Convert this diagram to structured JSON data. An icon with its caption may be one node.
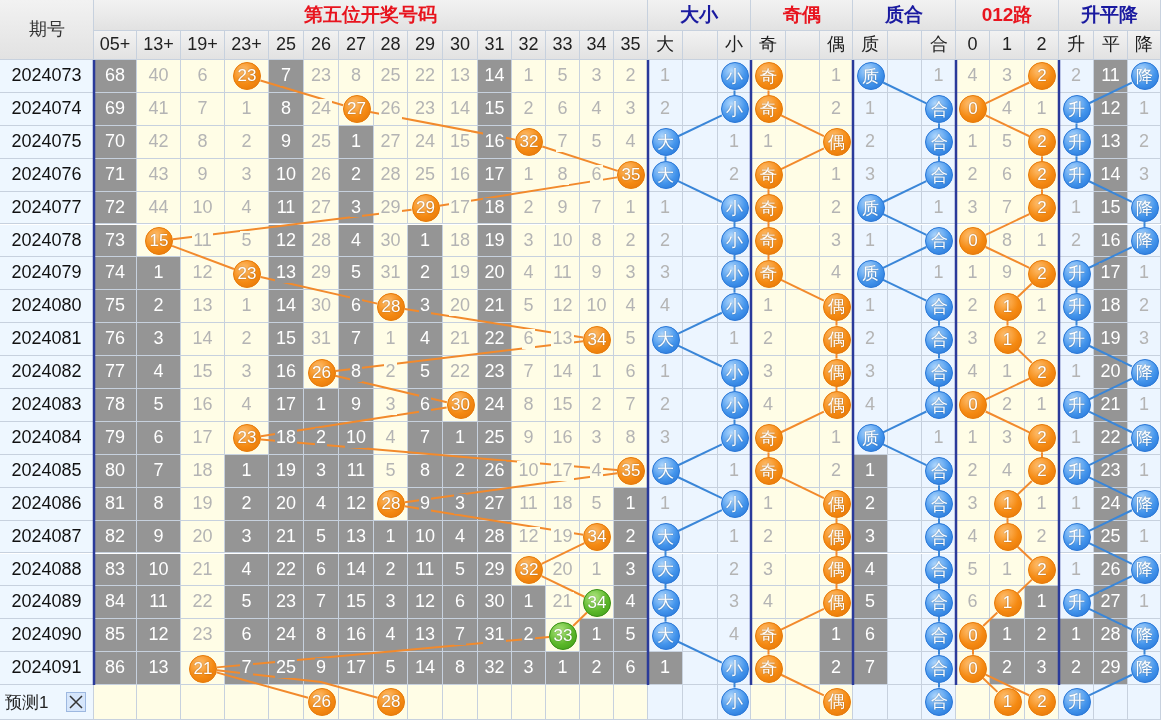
{
  "diagram": {
    "nodes": [
      {
        "text": [
          "23"
        ]
      },
      {
        "text": [
          "小"
        ]
      },
      {
        "text": [
          "奇"
        ]
      },
      {
        "text": [
          "质"
        ]
      },
      {
        "text": [
          "2"
        ]
      },
      {
        "text": [
          "降"
        ]
      },
      {
        "text": [
          "27"
        ]
      },
      {
        "text": [
          "小"
        ]
      },
      {
        "text": [
          "奇"
        ]
      },
      {
        "text": [
          "合"
        ]
      },
      {
        "text": [
          "0"
        ]
      },
      {
        "text": [
          "升"
        ]
      },
      {
        "text": [
          "32"
        ]
      },
      {
        "text": [
          "大"
        ]
      },
      {
        "text": [
          "偶"
        ]
      },
      {
        "text": [
          "合"
        ]
      },
      {
        "text": [
          "2"
        ]
      },
      {
        "text": [
          "升"
        ]
      },
      {
        "text": [
          "35"
        ]
      },
      {
        "text": [
          "大"
        ]
      },
      {
        "text": [
          "奇"
        ]
      },
      {
        "text": [
          "合"
        ]
      },
      {
        "text": [
          "2"
        ]
      },
      {
        "text": [
          "升"
        ]
      },
      {
        "text": [
          "29"
        ]
      },
      {
        "text": [
          "小"
        ]
      },
      {
        "text": [
          "奇"
        ]
      },
      {
        "text": [
          "质"
        ]
      },
      {
        "text": [
          "2"
        ]
      },
      {
        "text": [
          "降"
        ]
      },
      {
        "text": [
          "15"
        ]
      },
      {
        "text": [
          "小"
        ]
      },
      {
        "text": [
          "奇"
        ]
      },
      {
        "text": [
          "合"
        ]
      },
      {
        "text": [
          "0"
        ]
      },
      {
        "text": [
          "降"
        ]
      },
      {
        "text": [
          "23"
        ]
      },
      {
        "text": [
          "小"
        ]
      },
      {
        "text": [
          "奇"
        ]
      },
      {
        "text": [
          "质"
        ]
      },
      {
        "text": [
          "2"
        ]
      },
      {
        "text": [
          "升"
        ]
      },
      {
        "text": [
          "28"
        ]
      },
      {
        "text": [
          "小"
        ]
      },
      {
        "text": [
          "偶"
        ]
      },
      {
        "text": [
          "合"
        ]
      },
      {
        "text": [
          "1"
        ]
      },
      {
        "text": [
          "升"
        ]
      },
      {
        "text": [
          "34"
        ]
      },
      {
        "text": [
          "大"
        ]
      },
      {
        "text": [
          "偶"
        ]
      },
      {
        "text": [
          "合"
        ]
      },
      {
        "text": [
          "1"
        ]
      },
      {
        "text": [
          "升"
        ]
      },
      {
        "text": [
          "26"
        ]
      },
      {
        "text": [
          "小"
        ]
      },
      {
        "text": [
          "偶"
        ]
      },
      {
        "text": [
          "合"
        ]
      },
      {
        "text": [
          "2"
        ]
      },
      {
        "text": [
          "降"
        ]
      },
      {
        "text": [
          "30"
        ]
      },
      {
        "text": [
          "小"
        ]
      },
      {
        "text": [
          "偶"
        ]
      },
      {
        "text": [
          "合"
        ]
      },
      {
        "text": [
          "0"
        ]
      },
      {
        "text": [
          "升"
        ]
      },
      {
        "text": [
          "23"
        ]
      },
      {
        "text": [
          "小"
        ]
      },
      {
        "text": [
          "奇"
        ]
      },
      {
        "text": [
          "质"
        ]
      },
      {
        "text": [
          "2"
        ]
      },
      {
        "text": [
          "降"
        ]
      },
      {
        "text": [
          "35"
        ]
      },
      {
        "text": [
          "大"
        ]
      },
      {
        "text": [
          "奇"
        ]
      },
      {
        "text": [
          "合"
        ]
      },
      {
        "text": [
          "2"
        ]
      },
      {
        "text": [
          "升"
        ]
      },
      {
        "text": [
          "28"
        ]
      },
      {
        "text": [
          "小"
        ]
      },
      {
        "text": [
          "偶"
        ]
      },
      {
        "text": [
          "合"
        ]
      },
      {
        "text": [
          "1"
        ]
      },
      {
        "text": [
          "降"
        ]
      },
      {
        "text": [
          "34"
        ]
      },
      {
        "text": [
          "大"
        ]
      },
      {
        "text": [
          "偶"
        ]
      },
      {
        "text": [
          "合"
        ]
      },
      {
        "text": [
          "1"
        ]
      },
      {
        "text": [
          "升"
        ]
      },
      {
        "text": [
          "32"
        ]
      },
      {
        "text": [
          "大"
        ]
      },
      {
        "text": [
          "偶"
        ]
      },
      {
        "text": [
          "合"
        ]
      },
      {
        "text": [
          "2"
        ]
      },
      {
        "text": [
          "降"
        ]
      },
      {
        "text": [
          "34"
        ]
      },
      {
        "text": [
          "大"
        ]
      },
      {
        "text": [
          "偶"
        ]
      },
      {
        "text": [
          "合"
        ]
      },
      {
        "text": [
          "1"
        ]
      },
      {
        "text": [
          "升"
        ]
      },
      {
        "text": [
          "33"
        ]
      },
      {
        "text": [
          "大"
        ]
      },
      {
        "text": [
          "奇"
        ]
      },
      {
        "text": [
          "合"
        ]
      },
      {
        "text": [
          "0"
        ]
      },
      {
        "text": [
          "降"
        ]
      },
      {
        "text": [
          "21"
        ]
      },
      {
        "text": [
          "小"
        ]
      },
      {
        "text": [
          "奇"
        ]
      },
      {
        "text": [
          "合"
        ]
      },
      {
        "text": [
          "0"
        ]
      },
      {
        "text": [
          "降"
        ]
      },
      {
        "text": [
          "26"
        ]
      },
      {
        "text": [
          "28"
        ]
      },
      {
        "text": [
          "小"
        ]
      },
      {
        "text": [
          "偶"
        ]
      },
      {
        "text": [
          "合"
        ]
      },
      {
        "text": [
          "1"
        ]
      },
      {
        "text": [
          "2"
        ]
      },
      {
        "text": [
          "升"
        ]
      }
    ],
    "edges": [
      {
        "from": 0,
        "to": 6,
        "arrow": "none"
      },
      {
        "from": 1,
        "to": 7,
        "arrow": "none",
        "color": "#3a86d8"
      },
      {
        "from": 2,
        "to": 8,
        "arrow": "none"
      },
      {
        "from": 3,
        "to": 9,
        "arrow": "none",
        "color": "#3a86d8"
      },
      {
        "from": 4,
        "to": 10,
        "arrow": "none"
      },
      {
        "from": 5,
        "to": 11,
        "arrow": "none",
        "color": "#3a86d8"
      },
      {
        "from": 6,
        "to": 12,
        "arrow": "none"
      },
      {
        "from": 7,
        "to": 13,
        "arrow": "none",
        "color": "#3a86d8"
      },
      {
        "from": 8,
        "to": 14,
        "arrow": "none"
      },
      {
        "from": 9,
        "to": 15,
        "arrow": "none",
        "color": "#3a86d8"
      },
      {
        "from": 10,
        "to": 16,
        "arrow": "none"
      },
      {
        "from": 11,
        "to": 17,
        "arrow": "none",
        "color": "#3a86d8"
      },
      {
        "from": 12,
        "to": 18,
        "arrow": "none"
      },
      {
        "from": 13,
        "to": 19,
        "arrow": "none",
        "color": "#3a86d8"
      },
      {
        "from": 14,
        "to": 20,
        "arrow": "none"
      },
      {
        "from": 15,
        "to": 21,
        "arrow": "none",
        "color": "#3a86d8"
      },
      {
        "from": 16,
        "to": 22,
        "arrow": "none"
      },
      {
        "from": 17,
        "to": 23,
        "arrow": "none",
        "color": "#3a86d8"
      },
      {
        "from": 18,
        "to": 24,
        "arrow": "none"
      },
      {
        "from": 19,
        "to": 25,
        "arrow": "none",
        "color": "#3a86d8"
      },
      {
        "from": 20,
        "to": 26,
        "arrow": "none"
      },
      {
        "from": 21,
        "to": 27,
        "arrow": "none",
        "color": "#3a86d8"
      },
      {
        "from": 22,
        "to": 28,
        "arrow": "none"
      },
      {
        "from": 23,
        "to": 29,
        "arrow": "none",
        "color": "#3a86d8"
      },
      {
        "from": 24,
        "to": 30,
        "arrow": "none"
      },
      {
        "from": 25,
        "to": 31,
        "arrow": "none",
        "color": "#3a86d8"
      },
      {
        "from": 26,
        "to": 32,
        "arrow": "none"
      },
      {
        "from": 27,
        "to": 33,
        "arrow": "none",
        "color": "#3a86d8"
      },
      {
        "from": 28,
        "to": 34,
        "arrow": "none"
      },
      {
        "from": 29,
        "to": 35,
        "arrow": "none",
        "color": "#3a86d8"
      },
      {
        "from": 30,
        "to": 36,
        "arrow": "none"
      },
      {
        "from": 31,
        "to": 37,
        "arrow": "none",
        "color": "#3a86d8"
      },
      {
        "from": 32,
        "to": 38,
        "arrow": "none"
      },
      {
        "from": 33,
        "to": 39,
        "arrow": "none",
        "color": "#3a86d8"
      },
      {
        "from": 34,
        "to": 40,
        "arrow": "none"
      },
      {
        "from": 35,
        "to": 41,
        "arrow": "none",
        "color": "#3a86d8"
      },
      {
        "from": 36,
        "to": 42,
        "arrow": "none"
      },
      {
        "from": 37,
        "to": 43,
        "arrow": "none",
        "color": "#3a86d8"
      },
      {
        "from": 38,
        "to": 44,
        "arrow": "none"
      },
      {
        "from": 39,
        "to": 45,
        "arrow": "none",
        "color": "#3a86d8"
      },
      {
        "from": 40,
        "to": 46,
        "arrow": "none"
      },
      {
        "from": 41,
        "to": 47,
        "arrow": "none",
        "color": "#3a86d8"
      },
      {
        "from": 42,
        "to": 48,
        "arrow": "none"
      },
      {
        "from": 43,
        "to": 49,
        "arrow": "none",
        "color": "#3a86d8"
      },
      {
        "from": 44,
        "to": 50,
        "arrow": "none"
      },
      {
        "from": 45,
        "to": 51,
        "arrow": "none",
        "color": "#3a86d8"
      },
      {
        "from": 46,
        "to": 52,
        "arrow": "none"
      },
      {
        "from": 47,
        "to": 53,
        "arrow": "none",
        "color": "#3a86d8"
      },
      {
        "from": 48,
        "to": 54,
        "arrow": "none"
      },
      {
        "from": 49,
        "to": 55,
        "arrow": "none",
        "color": "#3a86d8"
      },
      {
        "from": 50,
        "to": 56,
        "arrow": "none"
      },
      {
        "from": 51,
        "to": 57,
        "arrow": "none",
        "color": "#3a86d8"
      },
      {
        "from": 52,
        "to": 58,
        "arrow": "none"
      },
      {
        "from": 53,
        "to": 59,
        "arrow": "none",
        "color": "#3a86d8"
      },
      {
        "from": 54,
        "to": 60,
        "arrow": "none"
      },
      {
        "from": 55,
        "to": 61,
        "arrow": "none",
        "color": "#3a86d8"
      },
      {
        "from": 56,
        "to": 62,
        "arrow": "none"
      },
      {
        "from": 57,
        "to": 63,
        "arrow": "none",
        "color": "#3a86d8"
      },
      {
        "from": 58,
        "to": 64,
        "arrow": "none"
      },
      {
        "from": 59,
        "to": 65,
        "arrow": "none",
        "color": "#3a86d8"
      },
      {
        "from": 60,
        "to": 66,
        "arrow": "none"
      },
      {
        "from": 61,
        "to": 67,
        "arrow": "none",
        "color": "#3a86d8"
      },
      {
        "from": 62,
        "to": 68,
        "arrow": "none"
      },
      {
        "from": 63,
        "to": 69,
        "arrow": "none",
        "color": "#3a86d8"
      },
      {
        "from": 64,
        "to": 70,
        "arrow": "none"
      },
      {
        "from": 65,
        "to": 71,
        "arrow": "none",
        "color": "#3a86d8"
      },
      {
        "from": 66,
        "to": 72,
        "arrow": "none"
      },
      {
        "from": 67,
        "to": 73,
        "arrow": "none",
        "color": "#3a86d8"
      },
      {
        "from": 68,
        "to": 74,
        "arrow": "none"
      },
      {
        "from": 69,
        "to": 75,
        "arrow": "none",
        "color": "#3a86d8"
      },
      {
        "from": 70,
        "to": 76,
        "arrow": "none"
      },
      {
        "from": 71,
        "to": 77,
        "arrow": "none",
        "color": "#3a86d8"
      },
      {
        "from": 72,
        "to": 78,
        "arrow": "none"
      },
      {
        "from": 73,
        "to": 79,
        "arrow": "none",
        "color": "#3a86d8"
      },
      {
        "from": 74,
        "to": 80,
        "arrow": "none"
      },
      {
        "from": 75,
        "to": 81,
        "arrow": "none",
        "color": "#3a86d8"
      },
      {
        "from": 76,
        "to": 82,
        "arrow": "none"
      },
      {
        "from": 77,
        "to": 83,
        "arrow": "none",
        "color": "#3a86d8"
      },
      {
        "from": 78,
        "to": 84,
        "arrow": "none"
      },
      {
        "from": 79,
        "to": 85,
        "arrow": "none",
        "color": "#3a86d8"
      },
      {
        "from": 80,
        "to": 86,
        "arrow": "none"
      },
      {
        "from": 81,
        "to": 87,
        "arrow": "none",
        "color": "#3a86d8"
      },
      {
        "from": 82,
        "to": 88,
        "arrow": "none"
      },
      {
        "from": 83,
        "to": 89,
        "arrow": "none",
        "color": "#3a86d8"
      },
      {
        "from": 84,
        "to": 90,
        "arrow": "none"
      },
      {
        "from": 85,
        "to": 91,
        "arrow": "none",
        "color": "#3a86d8"
      },
      {
        "from": 86,
        "to": 92,
        "arrow": "none"
      },
      {
        "from": 87,
        "to": 93,
        "arrow": "none",
        "color": "#3a86d8"
      },
      {
        "from": 88,
        "to": 94,
        "arrow": "none"
      },
      {
        "from": 89,
        "to": 95,
        "arrow": "none",
        "color": "#3a86d8"
      },
      {
        "from": 90,
        "to": 96,
        "arrow": "none"
      },
      {
        "from": 91,
        "to": 97,
        "arrow": "none",
        "color": "#3a86d8"
      },
      {
        "from": 92,
        "to": 98,
        "arrow": "none"
      },
      {
        "from": 93,
        "to": 99,
        "arrow": "none",
        "color": "#3a86d8"
      },
      {
        "from": 94,
        "to": 100,
        "arrow": "none"
      },
      {
        "from": 95,
        "to": 101,
        "arrow": "none",
        "color": "#3a86d8"
      },
      {
        "from": 96,
        "to": 102,
        "arrow": "none"
      },
      {
        "from": 97,
        "to": 103,
        "arrow": "none",
        "color": "#3a86d8"
      },
      {
        "from": 98,
        "to": 104,
        "arrow": "none"
      },
      {
        "from": 99,
        "to": 105,
        "arrow": "none",
        "color": "#3a86d8"
      },
      {
        "from": 100,
        "to": 106,
        "arrow": "none"
      },
      {
        "from": 101,
        "to": 107,
        "arrow": "none",
        "color": "#3a86d8"
      },
      {
        "from": 102,
        "to": 108,
        "arrow": "none"
      },
      {
        "from": 103,
        "to": 109,
        "arrow": "none",
        "color": "#3a86d8"
      },
      {
        "from": 104,
        "to": 110,
        "arrow": "none"
      },
      {
        "from": 105,
        "to": 111,
        "arrow": "none",
        "color": "#3a86d8"
      },
      {
        "from": 106,
        "to": 112,
        "arrow": "none"
      },
      {
        "from": 107,
        "to": 113,
        "arrow": "none",
        "color": "#3a86d8"
      },
      {
        "from": 108,
        "to": 114,
        "arrow": "none"
      },
      {
        "from": 108,
        "to": 115,
        "arrow": "none"
      },
      {
        "from": 109,
        "to": 116,
        "arrow": "none",
        "color": "#3a86d8"
      },
      {
        "from": 110,
        "to": 117,
        "arrow": "none"
      },
      {
        "from": 111,
        "to": 118,
        "arrow": "none",
        "color": "#3a86d8"
      },
      {
        "from": 112,
        "to": 119,
        "arrow": "none"
      },
      {
        "from": 112,
        "to": 120,
        "arrow": "none"
      },
      {
        "from": 113,
        "to": 121,
        "arrow": "none",
        "color": "#3a86d8"
      }
    ],
    "labels": [
      "期号",
      "第五位开奖号码",
      "大小",
      "奇偶",
      "质合",
      "012路",
      "升平降",
      "05+",
      "13+",
      "19+",
      "23+",
      "25",
      "26",
      "27",
      "28",
      "29",
      "30",
      "31",
      "32",
      "33",
      "34",
      "35",
      "大",
      "小",
      "奇",
      "偶",
      "质",
      "合",
      "0",
      "1",
      "2",
      "升",
      "平",
      "降",
      "2024073",
      "68",
      "40",
      "6",
      "7",
      "23",
      "8",
      "25",
      "22",
      "13",
      "14",
      "1",
      "5",
      "3",
      "2",
      "1",
      "1",
      "1",
      "4",
      "3",
      "2",
      "11",
      "2024074",
      "69",
      "41",
      "7",
      "1",
      "8",
      "24",
      "26",
      "23",
      "14",
      "15",
      "2",
      "6",
      "4",
      "3",
      "2",
      "2",
      "1",
      "4",
      "1",
      "12",
      "1",
      "2024075",
      "70",
      "42",
      "8",
      "2",
      "9",
      "25",
      "1",
      "27",
      "24",
      "15",
      "16",
      "7",
      "5",
      "4",
      "1",
      "1",
      "2",
      "1",
      "5",
      "13",
      "2",
      "2024076",
      "71",
      "43",
      "9",
      "3",
      "10",
      "26",
      "2",
      "28",
      "25",
      "16",
      "17",
      "1",
      "8",
      "6",
      "2",
      "1",
      "3",
      "2",
      "6",
      "14",
      "3",
      "2024077",
      "72",
      "44",
      "10",
      "4",
      "11",
      "27",
      "3",
      "29",
      "17",
      "18",
      "2",
      "9",
      "7",
      "1",
      "1",
      "2",
      "1",
      "3",
      "7",
      "1",
      "15",
      "2024078",
      "73",
      "11",
      "5",
      "12",
      "28",
      "4",
      "30",
      "1",
      "18",
      "19",
      "3",
      "10",
      "8",
      "2",
      "2",
      "3",
      "1",
      "8",
      "1",
      "2",
      "16",
      "2024079",
      "74",
      "1",
      "12",
      "13",
      "29",
      "5",
      "31",
      "2",
      "19",
      "20",
      "4",
      "11",
      "9",
      "3",
      "3",
      "4",
      "1",
      "1",
      "9",
      "17",
      "1",
      "2024080",
      "75",
      "2",
      "13",
      "1",
      "14",
      "30",
      "6",
      "3",
      "20",
      "21",
      "5",
      "12",
      "10",
      "4",
      "4",
      "1",
      "1",
      "2",
      "1",
      "18",
      "2",
      "2024081",
      "76",
      "3",
      "14",
      "2",
      "15",
      "31",
      "7",
      "1",
      "4",
      "21",
      "22",
      "6",
      "13",
      "5",
      "1",
      "2",
      "2",
      "3",
      "2",
      "19",
      "3",
      "2024082",
      "77",
      "4",
      "15",
      "3",
      "16",
      "8",
      "2",
      "5",
      "22",
      "23",
      "7",
      "14",
      "1",
      "6",
      "1",
      "3",
      "3",
      "4",
      "1",
      "1",
      "20",
      "2024083",
      "78",
      "5",
      "16",
      "4",
      "17",
      "1",
      "9",
      "3",
      "6",
      "24",
      "8",
      "15",
      "2",
      "7",
      "2",
      "4",
      "4",
      "2",
      "1",
      "21",
      "1",
      "2024084",
      "79",
      "6",
      "17",
      "18",
      "2",
      "10",
      "4",
      "7",
      "1",
      "25",
      "9",
      "16",
      "3",
      "8",
      "3",
      "1",
      "1",
      "1",
      "3",
      "1",
      "22",
      "2024085",
      "80",
      "7",
      "18",
      "1",
      "19",
      "3",
      "11",
      "5",
      "8",
      "2",
      "26",
      "10",
      "17",
      "4",
      "1",
      "2",
      "1",
      "2",
      "4",
      "23",
      "1",
      "2024086",
      "81",
      "8",
      "19",
      "2",
      "20",
      "4",
      "12",
      "9",
      "3",
      "27",
      "11",
      "18",
      "5",
      "1",
      "1",
      "1",
      "2",
      "3",
      "1",
      "1",
      "24",
      "2024087",
      "82",
      "9",
      "20",
      "3",
      "21",
      "5",
      "13",
      "1",
      "10",
      "4",
      "28",
      "12",
      "19",
      "2",
      "1",
      "2",
      "3",
      "4",
      "2",
      "25",
      "1",
      "2024088",
      "83",
      "10",
      "21",
      "4",
      "22",
      "6",
      "14",
      "2",
      "11",
      "5",
      "29",
      "20",
      "1",
      "3",
      "2",
      "3",
      "4",
      "5",
      "1",
      "1",
      "26",
      "2024089",
      "84",
      "11",
      "22",
      "5",
      "23",
      "7",
      "15",
      "3",
      "12",
      "6",
      "30",
      "1",
      "21",
      "4",
      "3",
      "4",
      "5",
      "6",
      "1",
      "27",
      "1",
      "2024090",
      "85",
      "12",
      "23",
      "6",
      "24",
      "8",
      "16",
      "4",
      "13",
      "7",
      "31",
      "2",
      "1",
      "5",
      "4",
      "1",
      "6",
      "1",
      "2",
      "1",
      "28",
      "2024091",
      "86",
      "13",
      "7",
      "25",
      "9",
      "17",
      "5",
      "14",
      "8",
      "32",
      "3",
      "1",
      "2",
      "6",
      "1",
      "2",
      "7",
      "2",
      "3",
      "2",
      "29",
      "预测1"
    ]
  }
}
